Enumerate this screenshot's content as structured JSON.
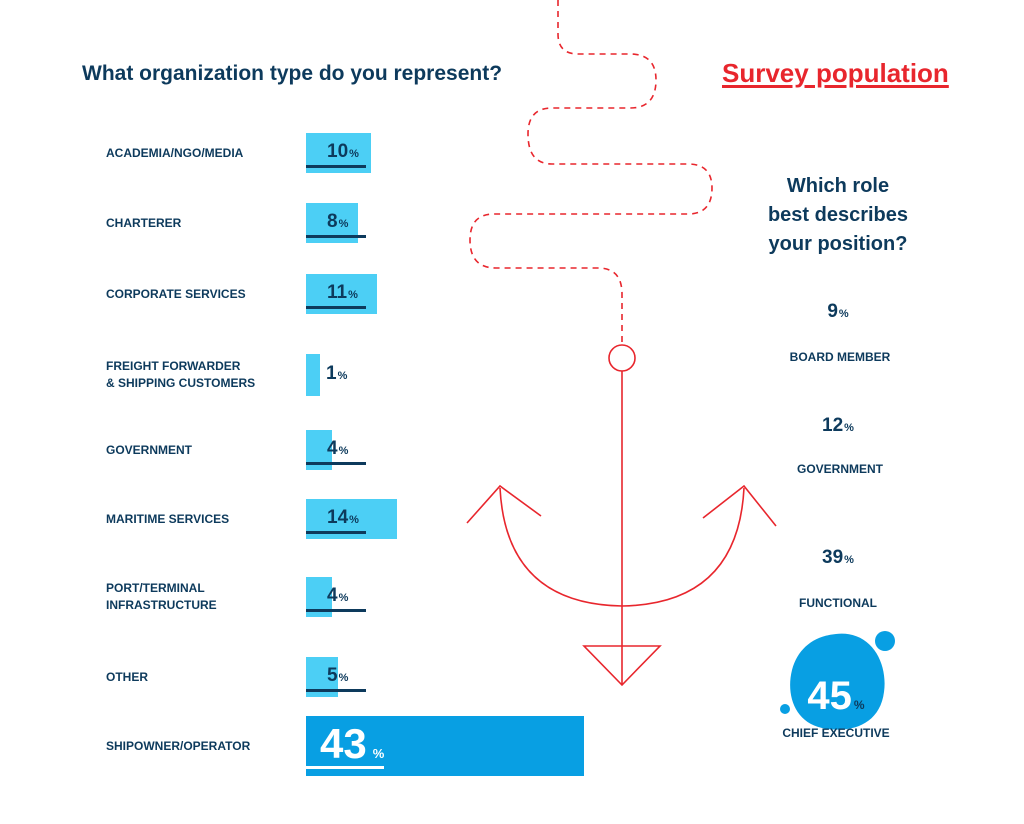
{
  "header": {
    "left_question": "What organization type do you represent?",
    "survey_title": "Survey population",
    "right_question_lines": [
      "Which role",
      "best describes",
      "your position?"
    ]
  },
  "colors": {
    "bar": "#4ccff5",
    "bar_highlight": "#089fe3",
    "text": "#0d3a5c",
    "accent": "#e8262d"
  },
  "chart_data": [
    {
      "type": "bar",
      "orientation": "horizontal",
      "title": "What organization type do you represent?",
      "categories": [
        "ACADEMIA/NGO/MEDIA",
        "CHARTERER",
        "CORPORATE SERVICES",
        "FREIGHT FORWARDER\n& SHIPPING CUSTOMERS",
        "GOVERNMENT",
        "MARITIME SERVICES",
        "PORT/TERMINAL\nINFRASTRUCTURE",
        "OTHER",
        "SHIPOWNER/OPERATOR"
      ],
      "values": [
        10,
        8,
        11,
        1,
        4,
        14,
        4,
        5,
        43
      ],
      "unit": "%",
      "highlight_category": "SHIPOWNER/OPERATOR",
      "grid": false
    },
    {
      "type": "table",
      "title": "Which role best describes your position?",
      "categories": [
        "BOARD MEMBER",
        "GOVERNMENT",
        "FUNCTIONAL",
        "CHIEF EXECUTIVE"
      ],
      "values": [
        9,
        12,
        39,
        45
      ],
      "unit": "%",
      "highlight_category": "CHIEF EXECUTIVE"
    }
  ]
}
